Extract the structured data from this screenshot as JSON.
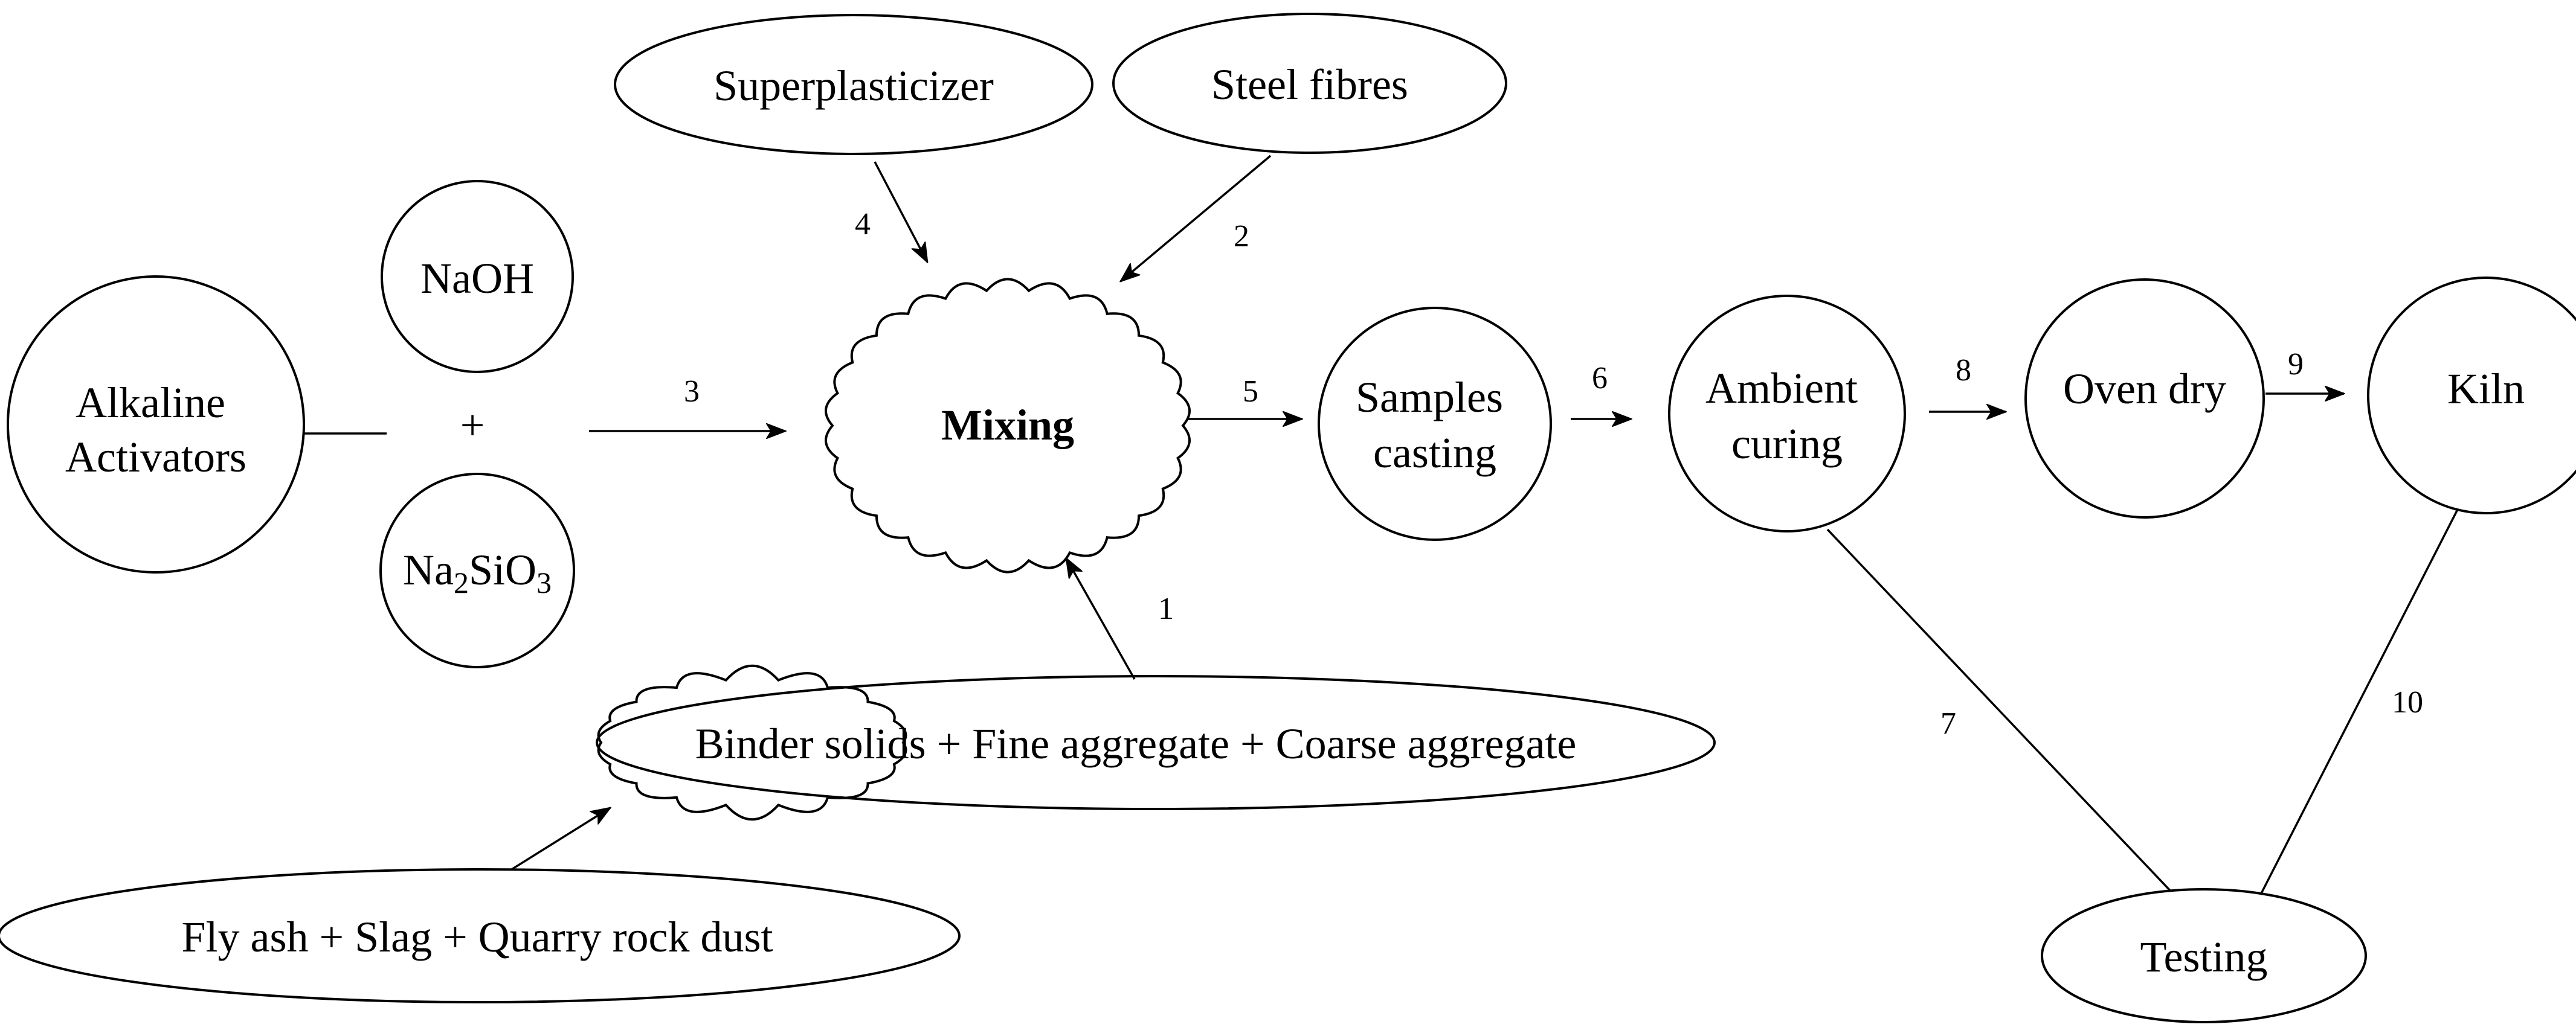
{
  "nodes": {
    "superplasticizer": "Superplasticizer",
    "steel_fibres": "Steel fibres",
    "naoh": "NaOH",
    "alkaline_line1": "Alkaline",
    "alkaline_line2": "Activators",
    "plus": "+",
    "na2sio3_na": "Na",
    "na2sio3_sub2": "2",
    "na2sio3_sio": "SiO",
    "na2sio3_sub3": "3",
    "mixing": "Mixing",
    "samples_line1": "Samples",
    "samples_line2": "casting",
    "ambient_line1": "Ambient",
    "ambient_line2": "curing",
    "oven_dry": "Oven dry",
    "kiln": "Kiln",
    "binder_mix": "Binder solids + Fine aggregate + Coarse aggregate",
    "fly_ash": "Fly ash + Slag + Quarry rock dust",
    "testing": "Testing"
  },
  "step_labels": {
    "s1": "1",
    "s2": "2",
    "s3": "3",
    "s4": "4",
    "s5": "5",
    "s6": "6",
    "s7": "7",
    "s8": "8",
    "s9": "9",
    "s10": "10"
  }
}
